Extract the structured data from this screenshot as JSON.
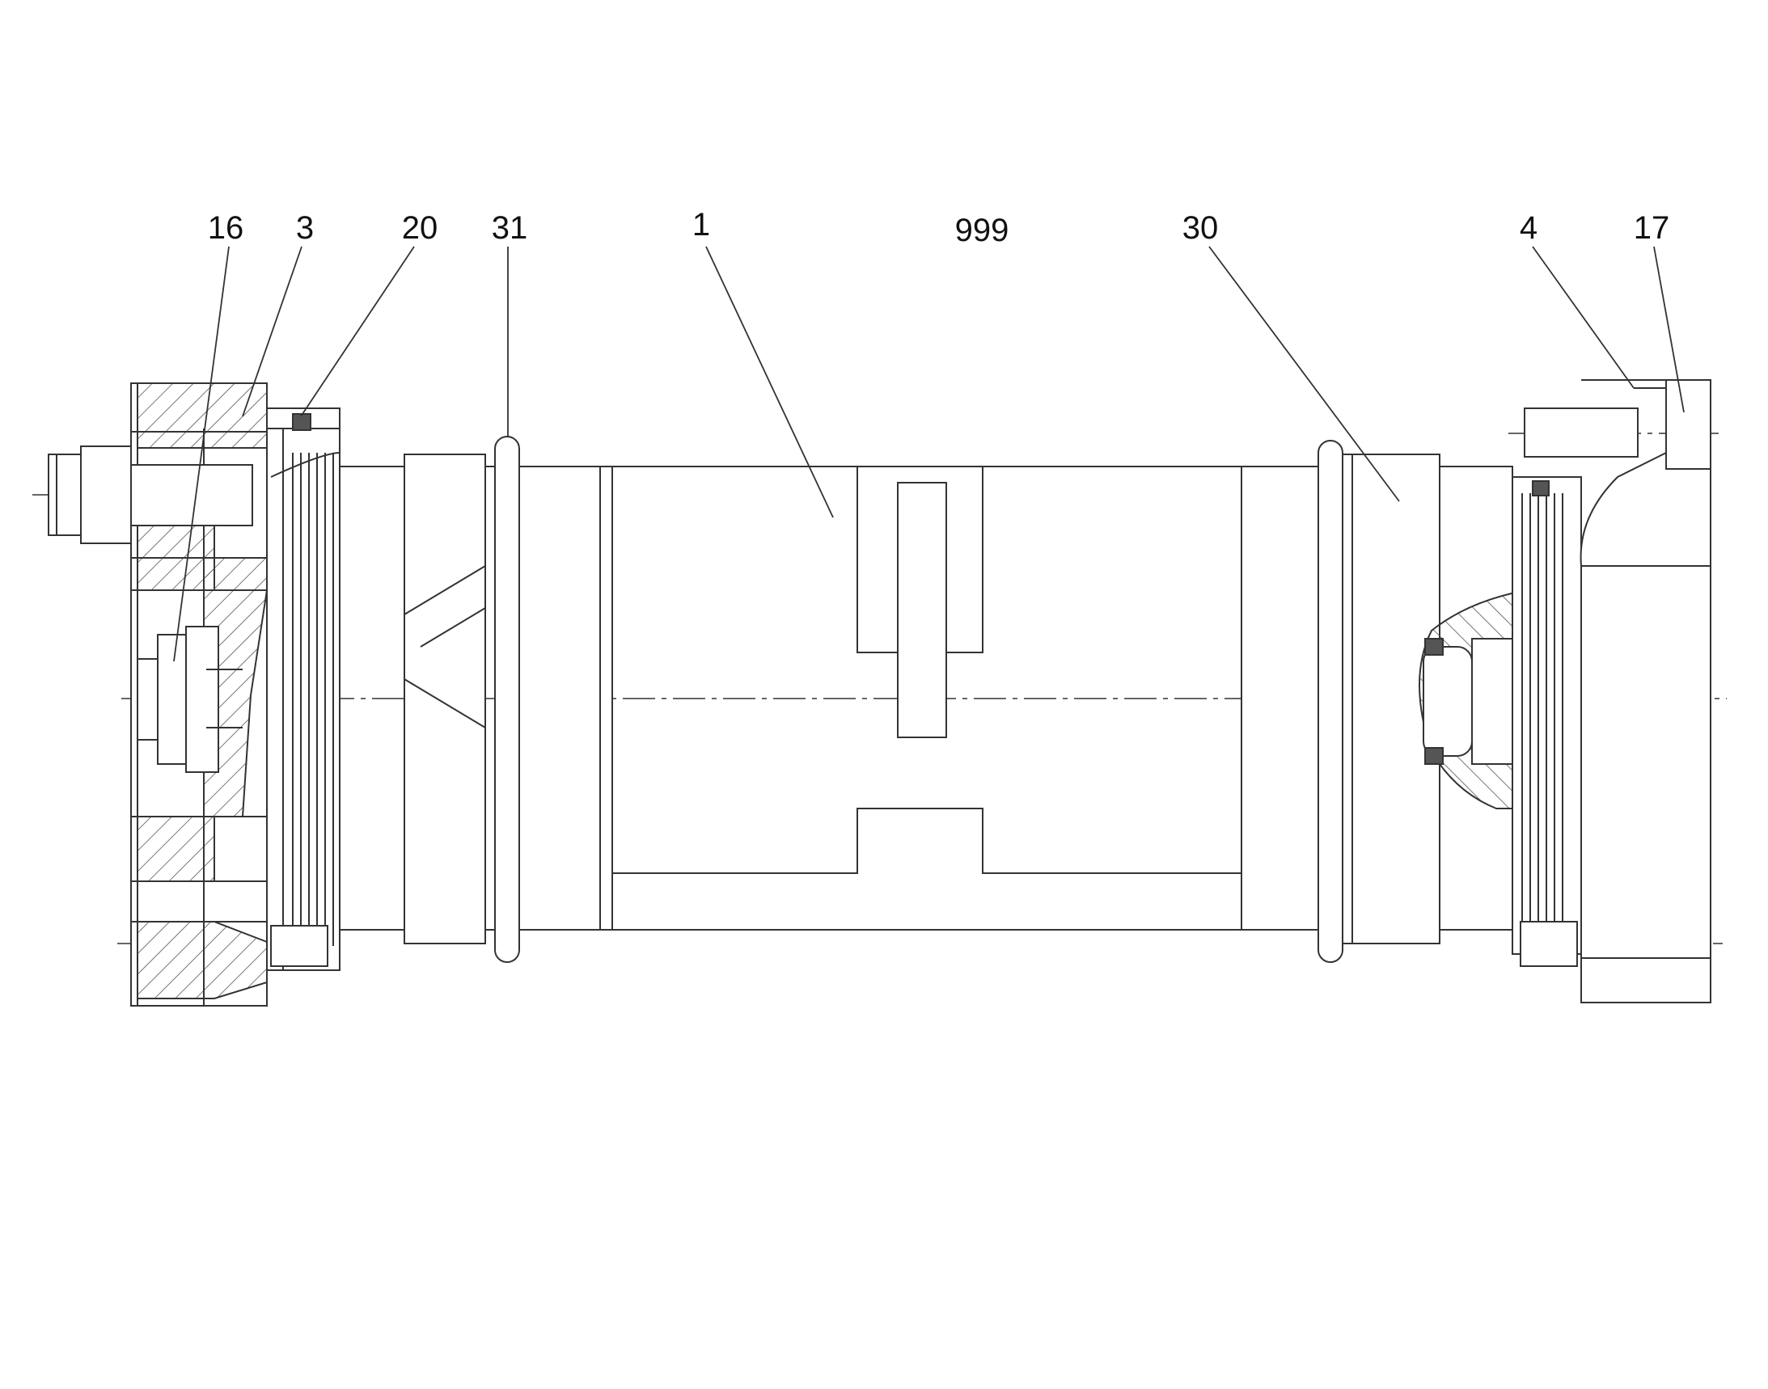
{
  "labels": {
    "l16": "16",
    "l3": "3",
    "l20": "20",
    "l31": "31",
    "l1": "1",
    "l999": "999",
    "l30": "30",
    "l4": "4",
    "l17": "17"
  },
  "colors": {
    "line": "#333333",
    "hatch": "#555555",
    "background": "#ffffff"
  }
}
